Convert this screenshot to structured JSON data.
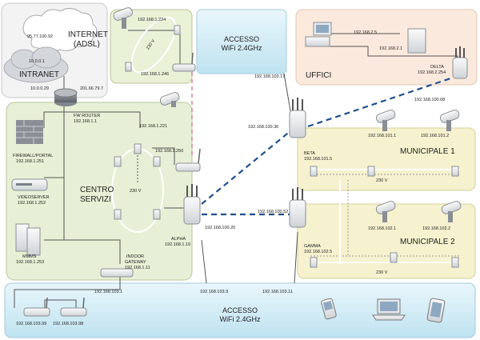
{
  "internet_zone": {
    "internet_label": "INTERNET",
    "adsl_label": "(ADSL)",
    "intranet_label": "INTRANET",
    "ip_top": "95.77.100.92",
    "ip_cloud": "10.0.0.1",
    "ip_router_left": "10.0.0.29",
    "ip_router_right": "201.66.79.7"
  },
  "fw_router": {
    "label": "FW ROUTER",
    "ip": "192.168.1.1"
  },
  "camera_link_zone": {
    "ip_camera": "192.168.1.224",
    "ip_ap": "192.168.1.246",
    "voltage": "230 V"
  },
  "accesso_top": {
    "line1": "ACCESSO",
    "line2": "WiFi 2.4GHz"
  },
  "uffici": {
    "title": "UFFICI",
    "ip_pc": "192.168.2.5",
    "ip_server": "192.168.2.1",
    "delta_label": "DELTA",
    "delta_ip": "192.168.2.254",
    "ip_link": "192.168.100.68"
  },
  "centro_servizi": {
    "title_line1": "CENTRO",
    "title_line2": "SERVIZI",
    "firewall_label": "FIREWALL/PORTAL",
    "firewall_ip": "192.168.1.251",
    "videoserver_label": "VIDEOSERVER",
    "videoserver_ip": "192.168.1.252",
    "mmms_label": "MMMS",
    "mmms_ip": "192.168.1.253",
    "camera_ip": "192.168.1.221",
    "ap_ip": "192.168.1.250",
    "voltage": "230 V",
    "alpha_label": "ALPHA",
    "alpha_ip": "192.168.1.10",
    "gateway_label1": "INDOOR",
    "gateway_label2": "GATEWAY",
    "gateway_ip": "192.168.1.11"
  },
  "links": {
    "ip_100_36": "192.168.100.36",
    "ip_103_17": "192.168.103.17",
    "ip_100_52": "192.168.100.52",
    "ip_100_20": "192.168.100.20",
    "ip_103_9": "192.168.103.9",
    "ip_103_11": "192.168.103.11"
  },
  "municipale1": {
    "title": "MUNICIPALE 1",
    "beta_label": "BETA",
    "beta_ip": "192.168.101.5",
    "cam1_ip": "192.168.101.1",
    "cam2_ip": "192.168.101.2",
    "voltage": "230 V"
  },
  "municipale2": {
    "title": "MUNICIPALE 2",
    "gamma_label": "GAMMA",
    "gamma_ip": "192.168.102.5",
    "cam1_ip": "192.168.102.1",
    "cam2_ip": "192.168.102.2",
    "voltage": "230 V"
  },
  "accesso_bottom": {
    "line1": "ACCESSO",
    "line2": "WiFi 2.4GHz",
    "ip_gw": "192.168.103.1",
    "ip_ap1": "192.168.103.99",
    "ip_ap2": "192.168.103.98"
  }
}
